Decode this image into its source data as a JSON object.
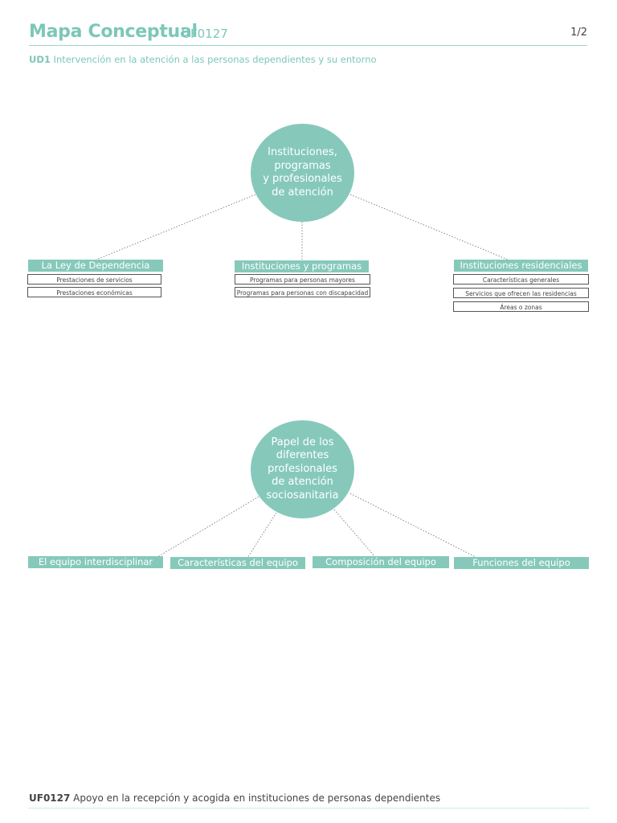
{
  "header": {
    "title": "Mapa Conceptual",
    "code": "UF0127",
    "page": "1/2",
    "unit_code": "UD1",
    "unit_title": "Intervención en la atención a las personas dependientes y su entorno"
  },
  "map1": {
    "center": "Instituciones,\nprogramas\ny profesionales\nde atención",
    "branches": [
      {
        "title": "La Ley de Dependencia",
        "items": [
          "Prestaciones de servicios",
          "Prestaciones económicas"
        ]
      },
      {
        "title": "Instituciones y programas",
        "items": [
          "Programas para personas mayores",
          "Programas para personas con discapacidad"
        ]
      },
      {
        "title": "Instituciones residenciales",
        "items": [
          "Características generales",
          "Servicios que ofrecen las residencias",
          "Áreas o zonas"
        ]
      }
    ]
  },
  "map2": {
    "center": "Papel de los\ndiferentes\nprofesionales\nde atención\nsociosanitaria",
    "branches": [
      {
        "title": "El equipo interdisciplinar"
      },
      {
        "title": "Características del equipo"
      },
      {
        "title": "Composición del equipo"
      },
      {
        "title": "Funciones  del equipo"
      }
    ]
  },
  "footer": {
    "code": "UF0127",
    "text": "Apoyo en la recepción y acogida en instituciones de personas dependientes"
  },
  "colors": {
    "accent": "#86c9bb",
    "text_dark": "#444444"
  }
}
